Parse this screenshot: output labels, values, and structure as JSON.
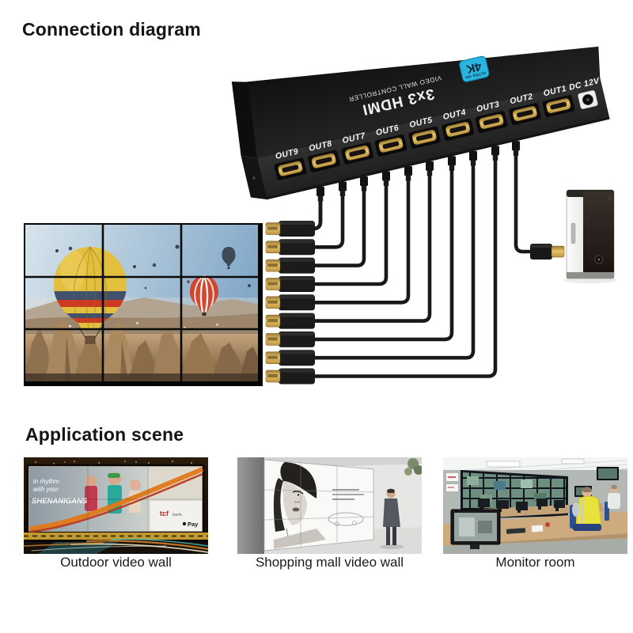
{
  "titles": {
    "connection": "Connection diagram",
    "application": "Application scene"
  },
  "device": {
    "brand_line1": "3x3 HDMI",
    "brand_line2": "VIDEO WALL CONTROLLER",
    "badge_line1": "4K",
    "badge_line2": "ULTRA HD",
    "badge_color": "#2ab5e0",
    "ports": {
      "out9": "OUT9",
      "out8": "OUT8",
      "out7": "OUT7",
      "out6": "OUT6",
      "out5": "OUT5",
      "out4": "OUT4",
      "out3": "OUT3",
      "out2": "OUT2",
      "out1": "OUT1"
    },
    "power_label": "DC 12V"
  },
  "scenes": {
    "outdoor": {
      "caption": "Outdoor video wall",
      "billboard": {
        "line1": "in rhythm",
        "line2": "with your",
        "line3": "SHENANIGANS",
        "bank": "tcf",
        "bank2": "bank",
        "pay": "Pay"
      }
    },
    "mall": {
      "caption": "Shopping mall video wall"
    },
    "monitor": {
      "caption": "Monitor room"
    }
  }
}
